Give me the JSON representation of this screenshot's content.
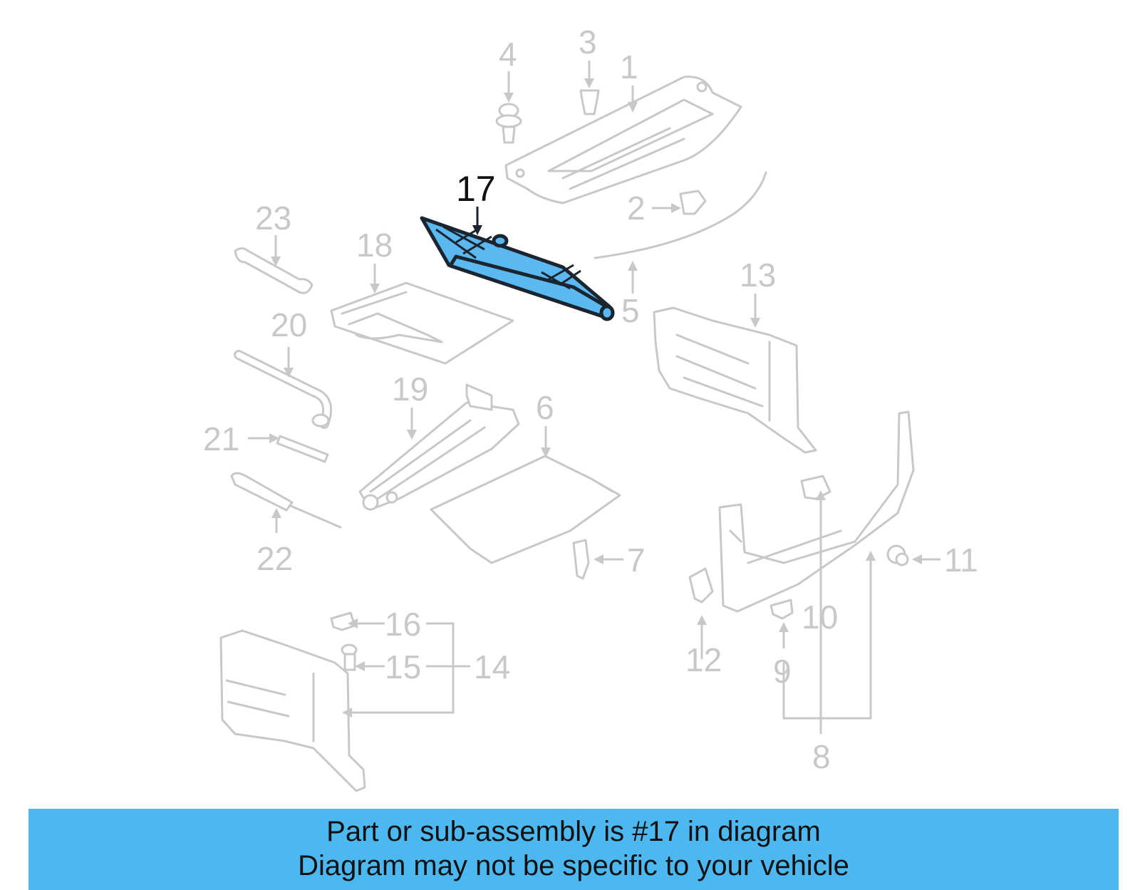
{
  "labels": {
    "p1": "1",
    "p2": "2",
    "p3": "3",
    "p4": "4",
    "p5": "5",
    "p6": "6",
    "p7": "7",
    "p8": "8",
    "p9": "9",
    "p10": "10",
    "p11": "11",
    "p12": "12",
    "p13": "13",
    "p14": "14",
    "p15": "15",
    "p16": "16",
    "p17": "17",
    "p18": "18",
    "p19": "19",
    "p20": "20",
    "p21": "21",
    "p22": "22",
    "p23": "23"
  },
  "highlighted_part": "17",
  "colors": {
    "highlight": "#5bb8f0",
    "banner": "#4db8ef",
    "parts": "#c8c8c8"
  },
  "banner": {
    "line1": "Part or sub-assembly is #17 in diagram",
    "line2": "Diagram may not be specific to your vehicle"
  }
}
